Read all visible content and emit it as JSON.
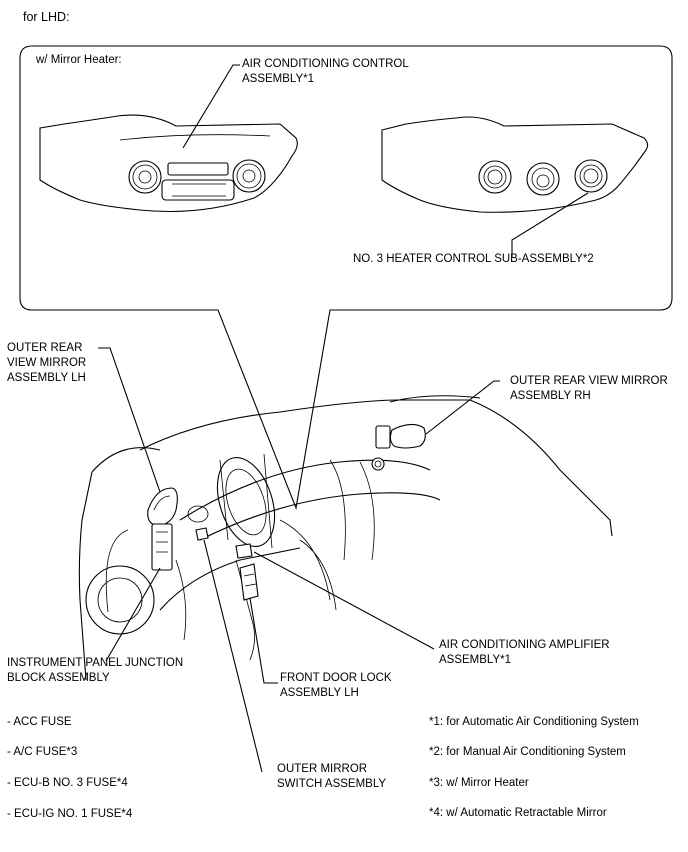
{
  "title": "for LHD:",
  "callout": {
    "heading": "w/ Mirror Heater:",
    "ac_control": "AIR CONDITIONING CONTROL\nASSEMBLY*1",
    "heater_control": "NO. 3 HEATER CONTROL SUB-ASSEMBLY*2"
  },
  "labels": {
    "mirror_lh": "OUTER REAR\nVIEW MIRROR\nASSEMBLY LH",
    "mirror_rh": "OUTER REAR VIEW MIRROR\nASSEMBLY RH",
    "junction_block": "INSTRUMENT PANEL JUNCTION\nBLOCK ASSEMBLY",
    "ac_amplifier": "AIR CONDITIONING AMPLIFIER\nASSEMBLY*1",
    "door_lock": "FRONT DOOR LOCK\nASSEMBLY LH",
    "mirror_switch": "OUTER MIRROR\nSWITCH ASSEMBLY"
  },
  "fuses": [
    "- ACC FUSE",
    "- A/C FUSE*3",
    "- ECU-B NO. 3 FUSE*4",
    "- ECU-IG NO. 1 FUSE*4"
  ],
  "notes": [
    "*1: for Automatic Air Conditioning System",
    "*2: for Manual Air Conditioning System",
    "*3: w/ Mirror Heater",
    "*4: w/ Automatic Retractable Mirror"
  ]
}
